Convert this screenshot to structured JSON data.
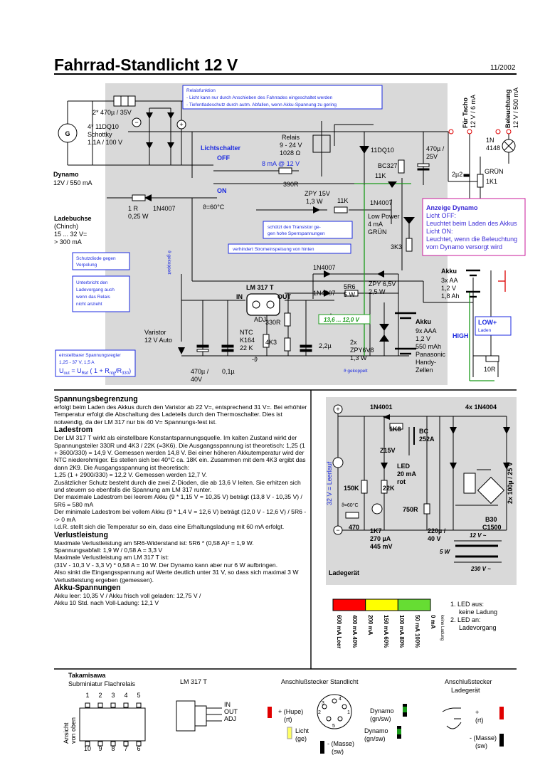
{
  "header": {
    "title": "Fahrrad-Standlicht 12 V",
    "date": "11/2002"
  },
  "schematic": {
    "relais_note": {
      "title": "Relaisfunktion",
      "line1": "- Licht kann nur durch Anschieben des Fahrrades eingeschaltet werden",
      "line2": "- Tiefentladeschutz durch autm. Abfallen, wenn Akku-Spannung zu gering"
    },
    "bridge": {
      "cap": "2* 470µ / 35V",
      "diodes": "4* 11DQ10",
      "type": "Schottky",
      "rating": "1.1A / 100 V"
    },
    "dynamo": {
      "label": "Dynamo",
      "spec": "12V / 550 mA",
      "symbol": "G"
    },
    "relais": {
      "label": "Relais",
      "volt": "9 - 24 V",
      "ohm": "1028 Ω"
    },
    "lichtschalter": {
      "label": "Lichtschalter",
      "off": "OFF",
      "on": "ON",
      "current": "8 mA @ 12 V"
    },
    "r390": "390R",
    "d11dq10": "11DQ10",
    "c470": {
      "value": "470µ /",
      "volt": "25V"
    },
    "bc327": "BC327",
    "r11k_a": "11K",
    "r11k_b": "11K",
    "fuer_tacho": {
      "l1": "Für Tacho",
      "l2": "12 V / 6 mA"
    },
    "beleuchtung": {
      "l1": "Beleuchtung",
      "l2": "12 V / 500 mA"
    },
    "d1n4148": {
      "l1": "1N",
      "l2": "4148"
    },
    "c2u2": "2µ2",
    "led_gruen": "GRÜN",
    "r1k1": "1K1",
    "r1r": {
      "l1": "1 R",
      "l2": "0,25 W"
    },
    "d1n4007_a": "1N4007",
    "ladebuchse": {
      "l1": "Ladebuchse",
      "l2": "(Chinch)",
      "l3": "15 ... 32 V=",
      "l4": "> 300 mA"
    },
    "thermo": "ϑ=60°C",
    "zpy15": {
      "l1": "ZPY 15V",
      "l2": "1,3 W"
    },
    "d1n4007_b": "1N4007",
    "lowpower": {
      "l1": "Low Power",
      "l2": "4 mA",
      "l3": "GRÜN"
    },
    "anzeige": {
      "title": "Anzeige Dynamo",
      "l1": "Licht OFF:",
      "l2": "Leuchtet beim Laden des Akkus",
      "l3": "Licht ON:",
      "l4": "Leuchtet, wenn die Beleuchtung",
      "l5": "vom Dynamo versorgt wird"
    },
    "note_schutz": {
      "l1": "schützt den Transistor ge-",
      "l2": "gen hohe Sperrspannungen"
    },
    "note_verpol": {
      "l1": "Schutzdiode gegen",
      "l2": "Verpolung"
    },
    "r3k3": "3K3",
    "note_strom": "verhindert Stromeinspeisung von hinten",
    "akku_top": {
      "l1": "Akku",
      "l2": "3x AA",
      "l3": "1,2 V",
      "l4": "1,8 Ah"
    },
    "note_unterbricht": {
      "l1": "Unterbricht den",
      "l2": "Ladevorgang auch",
      "l3": "wenn das Relais",
      "l4": "nicht anzieht"
    },
    "gekoppelt1": "ϑ gekoppelt",
    "lm317": {
      "label": "LM 317 T",
      "in": "IN",
      "out": "OUT",
      "adj": "ADJ"
    },
    "d1n4007_c": "1N4007",
    "d1n4007_d": "1N4007",
    "r5r6": {
      "l1": "5R6",
      "l2": "5 W"
    },
    "zpy6v5": {
      "l1": "ZPY 6,5V",
      "l2": "2,5 W"
    },
    "range": "13,6 ... 12,0 V",
    "low": {
      "l1": "LOW+",
      "l2": "Laden"
    },
    "high": "HIGH",
    "r330": "330R",
    "ntc": {
      "l1": "NTC",
      "l2": "K164",
      "l3": "22 K"
    },
    "r4k3": "4K3",
    "c2u2b": "2,2µ",
    "zpy6v8": {
      "l1": "2x",
      "l2": "ZPY6V8",
      "l3": "1,3 W"
    },
    "akku_bot": {
      "l1": "Akku",
      "l2": "9x AAA",
      "l3": "1,2 V",
      "l4": "550 mAh",
      "l5": "Panasonic",
      "l6": "Handy-",
      "l7": "Zellen"
    },
    "varistor": {
      "l1": "Varistor",
      "l2": "12 V Auto"
    },
    "c470b": {
      "l1": "470µ /",
      "l2": "40V"
    },
    "c01": "0,1µ",
    "r10r": "10R",
    "gekoppelt2": "ϑ gekoppelt",
    "theta_sym": "-ϑ",
    "note_regler": {
      "l1": "einstellbarer Spannungsregler",
      "l2": "1,25 - 37 V, 1,5 A",
      "l3": "U",
      "l4": "out",
      "l5": " = U",
      "l6": "Ref",
      "l7": " ( 1 + R",
      "l8": "ntg",
      "l9": "/R",
      "l10": "330",
      "l11": ")"
    }
  },
  "text": [
    {
      "h": "Spannungsbegrenzung"
    },
    {
      "p": "erfolgt beim Laden des Akkus durch den Varistor ab 22 V=, entsprechend 31 V=. Bei erhöhter Temperatur erfolgt die Abschaltung des Ladeteils durch den Thermoschalter. Dies ist notwendig, da der LM 317 nur bis 40 V= Spannungs-fest ist."
    },
    {
      "h": "Ladestrom"
    },
    {
      "p": "Der LM 317 T wirkt als einstellbare Konstantspannungsquelle. Im kalten Zustand wirkt der Spannungsteiler 330R und 4K3 / 22K (=3K6). Die Ausgangsspannung ist theoretisch: 1,25 (1 + 3600/330) = 14,9 V. Gemessen werden 14,8 V. Bei einer höheren Akkutemperatur wird der NTC niederohmiger. Es stellen sich bei 40°C ca. 18K ein. Zusammen mit dem 4K3 ergibt das dann 2K9. Die Ausgangsspannung ist theoretisch:"
    },
    {
      "p": "1,25 (1 + 2900/330) = 12,2 V. Gemessen werden 12,7 V."
    },
    {
      "p": "Zusätzlicher Schutz besteht durch die zwei Z-Dioden, die ab 13,6 V leiten. Sie erhitzen sich und steuern so ebenfalls die Spannung am LM 317 runter."
    },
    {
      "p": "Der maximale Ladestrom bei leerem Akku (9 * 1,15 V = 10,35 V) beträgt (13,8 V - 10,35 V) / 5R6 = 580 mA"
    },
    {
      "p": "Der minimale Ladestrom bei vollem Akku  (9 * 1,4 V = 12,6 V) beträgt (12,0 V - 12,6 V) / 5R6 --> 0 mA"
    },
    {
      "p": "I.d.R. stellt sich die Temperatur so ein, dass eine Erhaltungsladung mit 60 mA erfolgt."
    },
    {
      "h": "Verlustleistung"
    },
    {
      "p": "Maximale Verlustleistung am 5R6-Widerstand ist: 5R6 * (0,58 A)² =  1,9 W."
    },
    {
      "p": "Spannungsabfall: 1,9 W / 0,58 A = 3,3 V"
    },
    {
      "p": "Maximale Verlustleistung am LM 317 T ist:"
    },
    {
      "p": "(31V - 10,3 V - 3,3 V) * 0,58 A =  10 W. Der Dynamo kann aber nur 6 W aufbringen."
    },
    {
      "p": "Also sinkt die Eingangsspannung auf Werte deutlich unter 31 V, so dass sich maximal 3 W Verlustleistung ergeben (gemessen)."
    },
    {
      "h": "Akku-Spannungen"
    },
    {
      "p": "Akku leer: 10,35 V / Akku frisch voll geladen: 12,75 V /"
    },
    {
      "p": "Akku 10 Std. nach Voll-Ladung: 12,1 V"
    }
  ],
  "charger": {
    "d1n4001": "1N4001",
    "d4x": "4x 1N4004",
    "r1k8": "1K8",
    "bc252": {
      "l1": "BC",
      "l2": "252A"
    },
    "z15": "Z15V",
    "led": {
      "l1": "LED",
      "l2": "20 mA",
      "l3": "rot"
    },
    "c2x100": "2x 100µ / 25 V",
    "vlabel": "32 V = Leerlauf",
    "r150k": "150K",
    "r22k": "22K",
    "r750": "750R",
    "b30": {
      "l1": "B30",
      "l2": "C1500"
    },
    "thermo": "ϑ=60°C",
    "r470": "470",
    "r1k7": {
      "l1": "1K7",
      "l2": "270 µA",
      "l3": "445 mV"
    },
    "c220": {
      "l1": "220µ /",
      "l2": "40 V"
    },
    "v12": "12 V ~",
    "w5": "5 W",
    "v230": "230 V ~",
    "title": "Ladegerät"
  },
  "ledbar": {
    "colors": [
      "#ff0000",
      "#ffff00",
      "#66dd33",
      "#ffffff"
    ],
    "labels": [
      "600 mA Leer",
      "400 mA 40%",
      "200 mA",
      "150 mA 60%",
      "100 mA 80%",
      "50 mA 100%",
      "0 mA"
    ],
    "sublabels": [
      "keine Ladung"
    ],
    "legend": {
      "l1": "1. LED aus:",
      "l2": "keine Ladung",
      "l3": "2. LED an:",
      "l4": "Ladevorgang"
    }
  },
  "bottom": {
    "relais_title": {
      "l1": "Takamisawa",
      "l2": "Subminiatur Flachrelais"
    },
    "relais_pins_top": [
      "1",
      "2",
      "3",
      "4",
      "5"
    ],
    "relais_pins_bot": [
      "10",
      "9",
      "8",
      "7",
      "6"
    ],
    "relais_side": {
      "l1": "Ansicht",
      "l2": "von oben"
    },
    "lm317_title": "LM 317 T",
    "lm317_pins": [
      "IN",
      "OUT",
      "ADJ"
    ],
    "stecker_title": "Anschlußstecker Standlicht",
    "stecker": {
      "hupe": "+ (Hupe)",
      "rt": "(rt)",
      "licht": "Licht",
      "ge": "(ge)",
      "masse": "- (Masse)",
      "sw": "(sw)",
      "dynamo1": "Dynamo",
      "dyn1c": "(gn/sw)",
      "dynamo2": "Dynamo",
      "dyn2c": "(gn/sw)",
      "pins": [
        "3",
        "4",
        "2",
        "1",
        "5"
      ]
    },
    "lade_title": {
      "l1": "Anschlußstecker",
      "l2": "Ladegerät"
    },
    "lade": {
      "plus": "+",
      "rt": "(rt)",
      "masse": "- (Masse)",
      "sw": "(sw)"
    }
  }
}
